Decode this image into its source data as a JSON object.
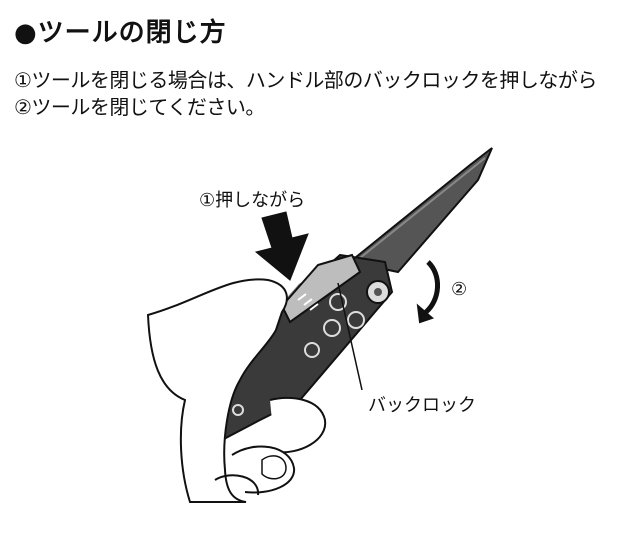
{
  "heading": "●ツールの閉じ方",
  "instructions": {
    "line1": "①ツールを閉じる場合は、ハンドル部のバックロックを押しながら",
    "line2": "②ツールを閉じてください。"
  },
  "illustration": {
    "press_label": "①押しながら",
    "rotate_label": "②",
    "part_label": "バックロック"
  }
}
